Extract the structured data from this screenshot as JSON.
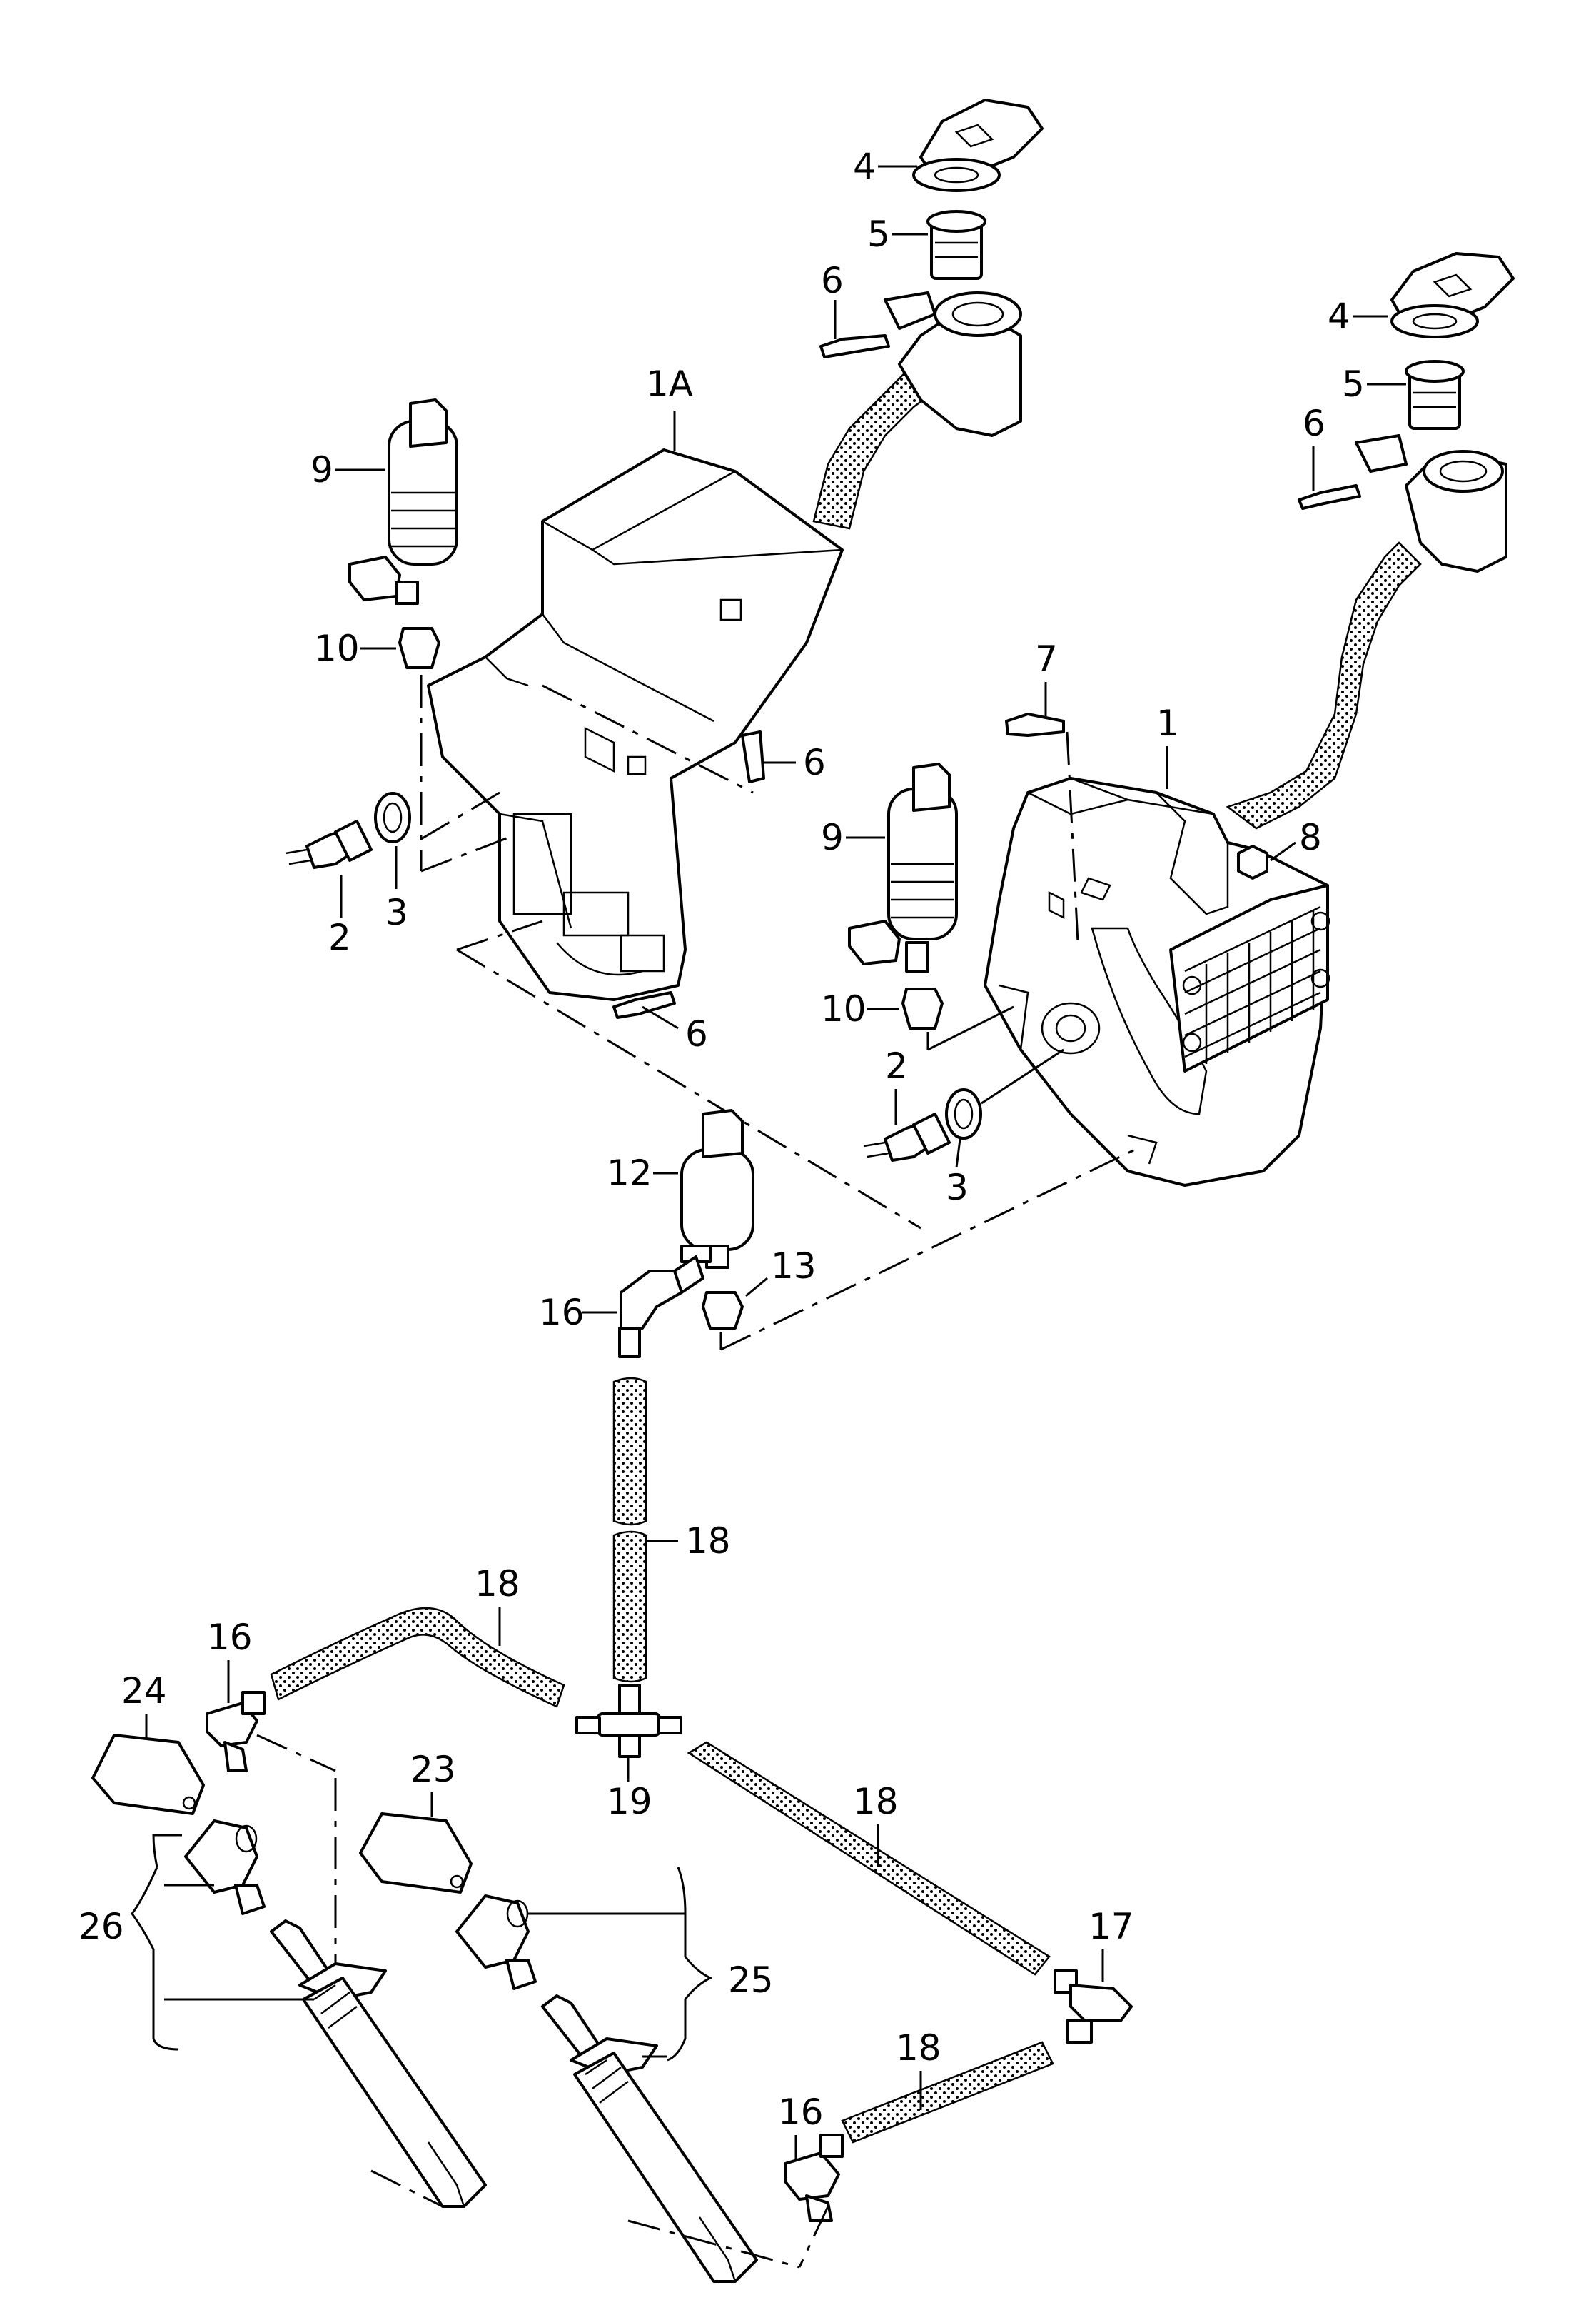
{
  "labels": {
    "l1A": "1A",
    "l1": "1",
    "l2a": "2",
    "l2b": "2",
    "l3a": "3",
    "l3b": "3",
    "l4a": "4",
    "l4b": "4",
    "l5a": "5",
    "l5b": "5",
    "l6a": "6",
    "l6b": "6",
    "l6c": "6",
    "l6d": "6",
    "l7": "7",
    "l8": "8",
    "l9a": "9",
    "l9b": "9",
    "l10a": "10",
    "l10b": "10",
    "l12": "12",
    "l13": "13",
    "l16a": "16",
    "l16b": "16",
    "l16c": "16",
    "l17": "17",
    "l18a": "18",
    "l18b": "18",
    "l18c": "18",
    "l18d": "18",
    "l19": "19",
    "l23": "23",
    "l24": "24",
    "l25": "25",
    "l26": "26"
  }
}
